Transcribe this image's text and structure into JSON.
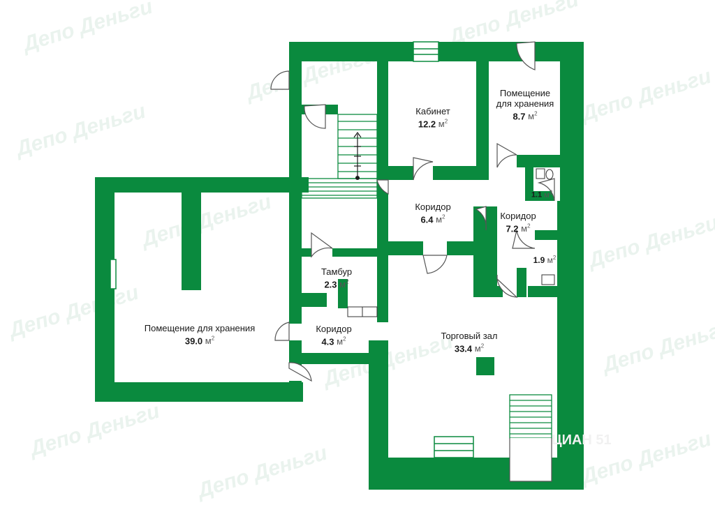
{
  "colors": {
    "wall": "#0a8a3e",
    "floor": "#ffffff",
    "watermark": "#e6f2ea"
  },
  "watermark_text": "Депо Деньги",
  "corner_watermark": "ЦИАН 51",
  "unit": "м",
  "unit_power": "2",
  "rooms": [
    {
      "id": "kabinet",
      "name": "Кабинет",
      "area": "12.2"
    },
    {
      "id": "storage-small",
      "name1": "Помещение",
      "name2": "для хранения",
      "area": "8.7"
    },
    {
      "id": "wc-1",
      "name": "",
      "area": "1.1"
    },
    {
      "id": "corridor-1",
      "name": "Коридор",
      "area": "6.4"
    },
    {
      "id": "corridor-2",
      "name": "Коридор",
      "area": "7.2"
    },
    {
      "id": "wc-2",
      "name": "",
      "area": "1.9"
    },
    {
      "id": "tambur",
      "name": "Тамбур",
      "area": "2.3"
    },
    {
      "id": "storage-big",
      "name": "Помещение для хранения",
      "area": "39.0"
    },
    {
      "id": "corridor-3",
      "name": "Коридор",
      "area": "4.3"
    },
    {
      "id": "sales-hall",
      "name": "Торговый зал",
      "area": "33.4"
    }
  ]
}
